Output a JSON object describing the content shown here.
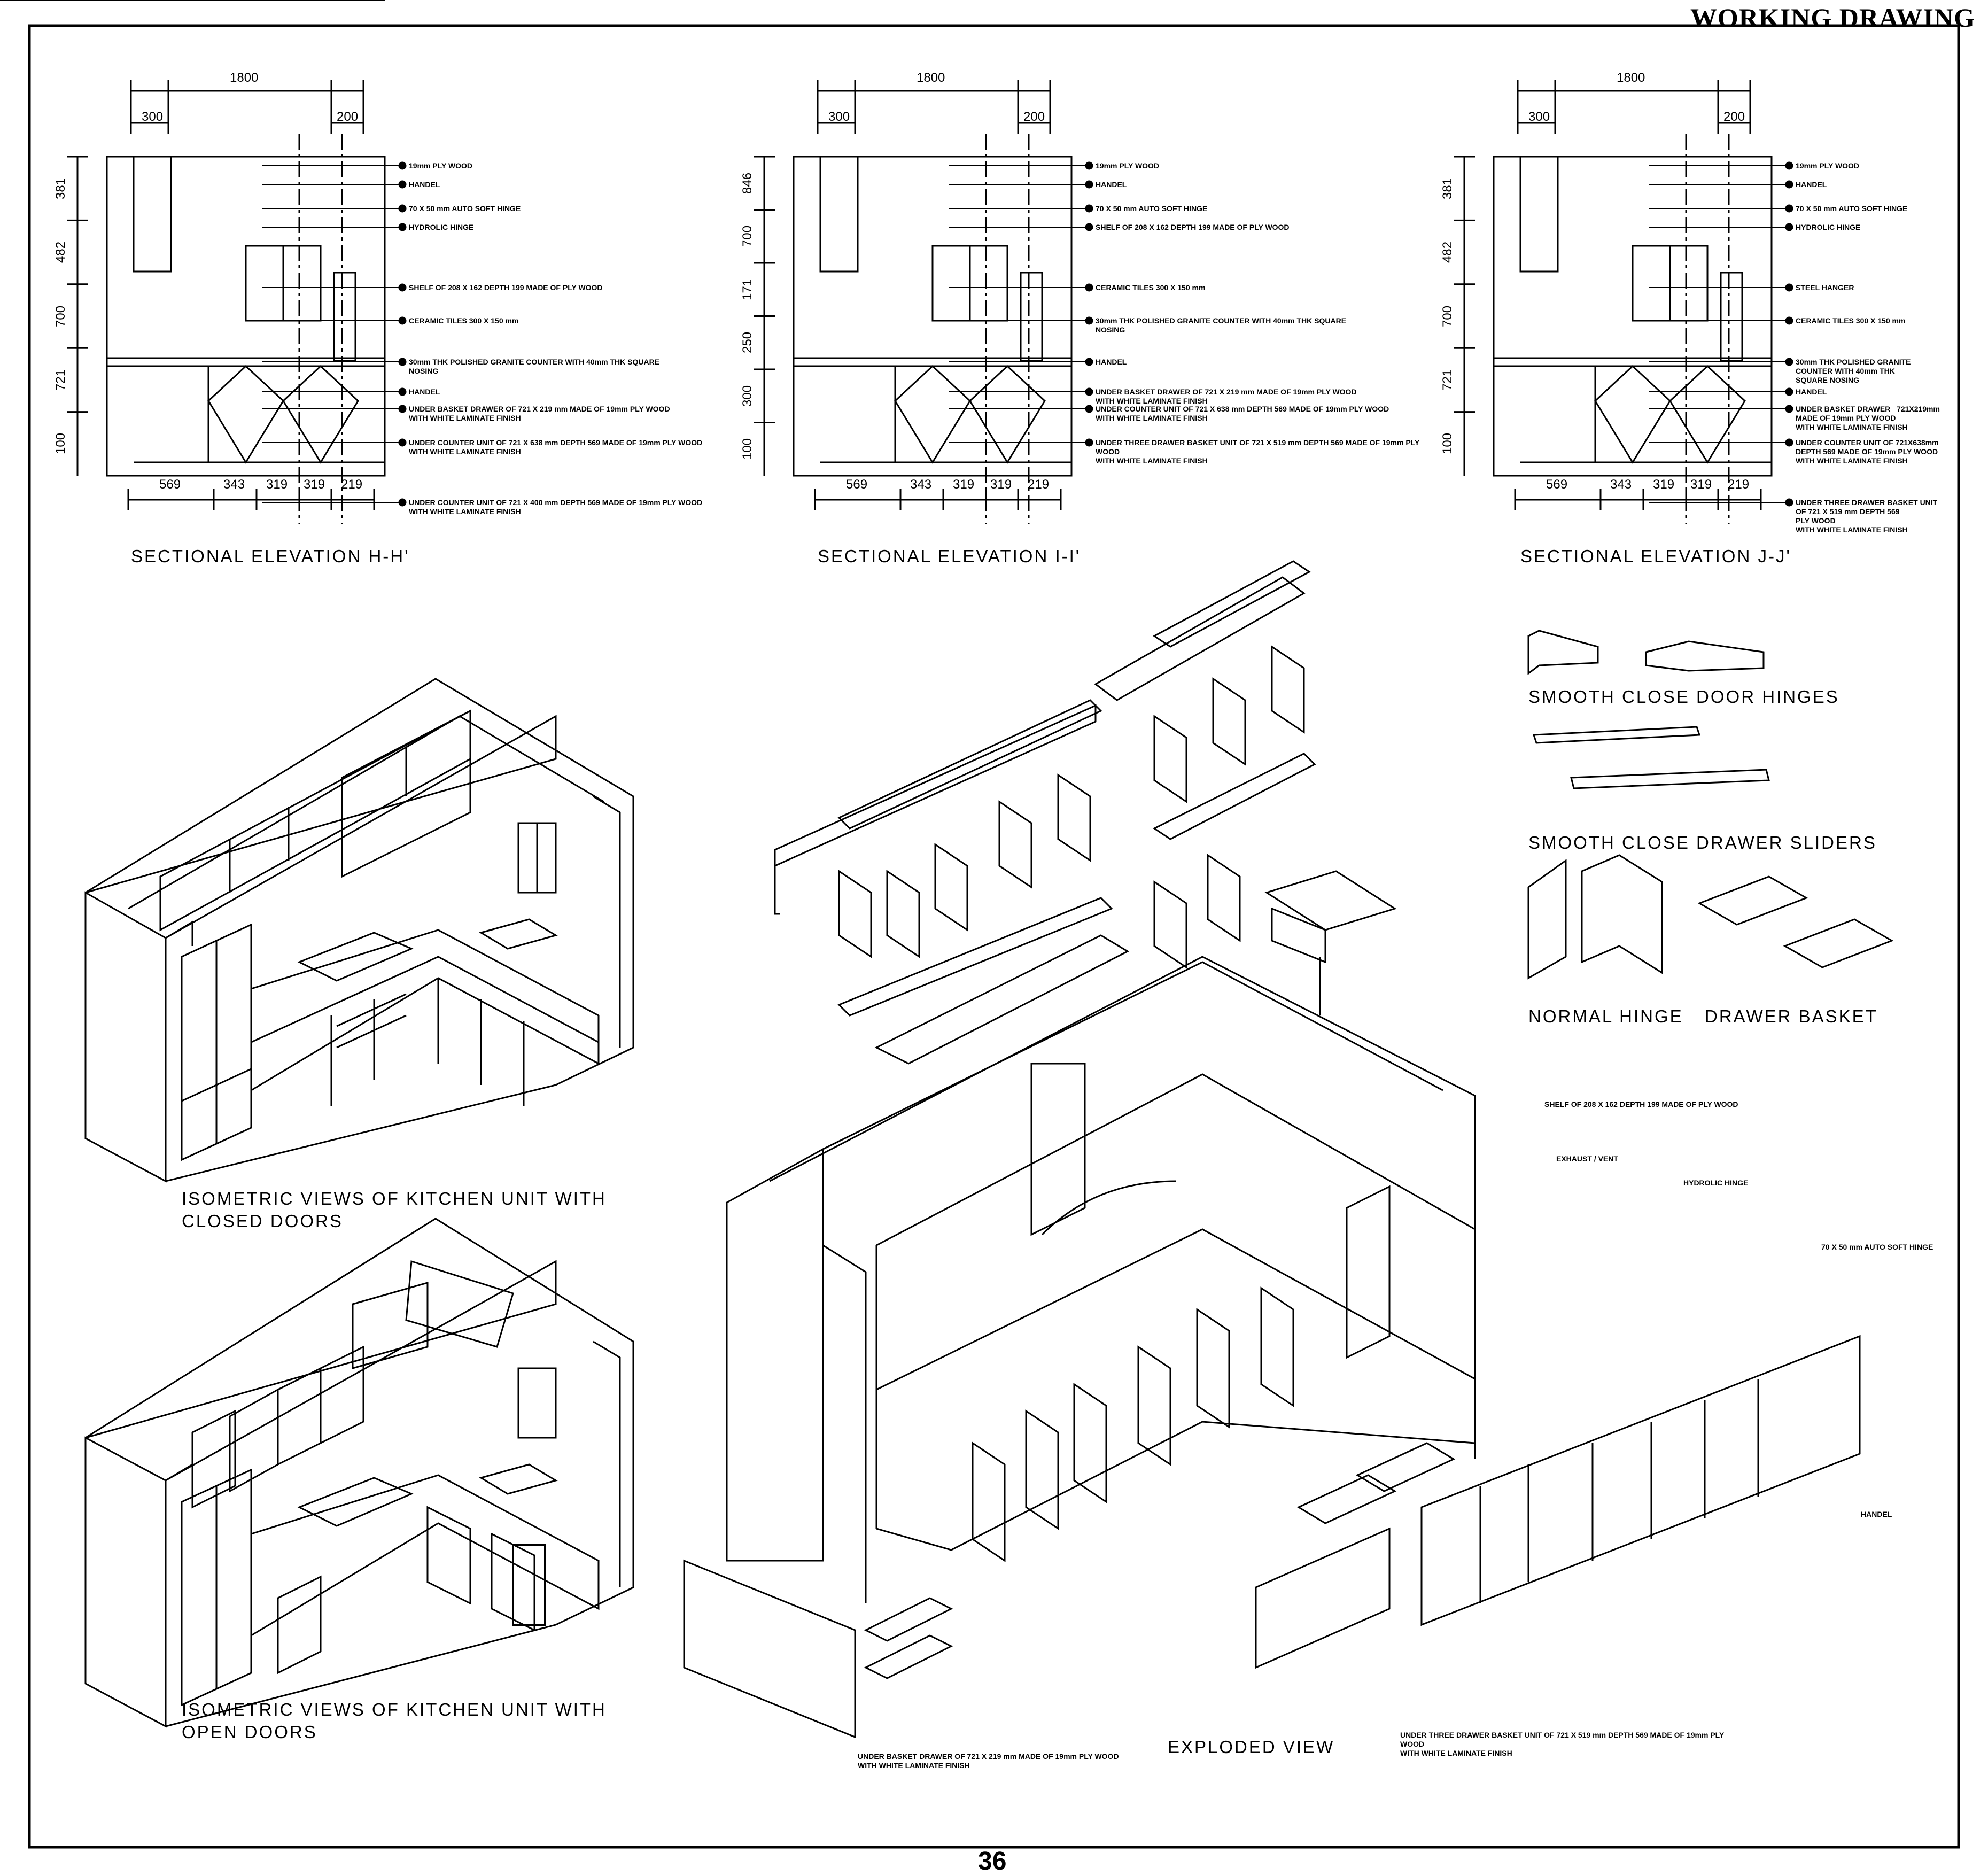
{
  "header": {
    "title": "WORKING DRAWING",
    "page_number": "36"
  },
  "elevations": [
    {
      "title": "SECTIONAL ELEVATION H-H'",
      "top_dims": [
        "1800",
        "300",
        "200"
      ],
      "side_dims": [
        "381",
        "482",
        "700",
        "721",
        "100"
      ],
      "bottom_dims": [
        "569",
        "343",
        "319",
        "319",
        "219"
      ],
      "notes": [
        "19mm PLY WOOD",
        "HANDEL",
        "70 X 50 mm AUTO SOFT HINGE",
        "HYDROLIC HINGE",
        "SHELF OF 208 X 162 DEPTH 199 MADE OF PLY WOOD",
        "CERAMIC TILES 300 X 150 mm",
        "30mm THK POLISHED GRANITE COUNTER WITH 40mm THK SQUARE\nNOSING",
        "HANDEL",
        "UNDER BASKET DRAWER OF 721 X 219 mm MADE OF 19mm PLY WOOD\nWITH WHITE LAMINATE FINISH",
        "UNDER COUNTER UNIT OF 721 X 638 mm DEPTH 569 MADE OF 19mm PLY WOOD\nWITH WHITE LAMINATE FINISH",
        "UNDER COUNTER UNIT OF 721 X 400 mm DEPTH 569 MADE OF 19mm PLY WOOD\nWITH WHITE LAMINATE FINISH"
      ]
    },
    {
      "title": "SECTIONAL ELEVATION I-I'",
      "top_dims": [
        "1800",
        "300",
        "200"
      ],
      "side_dims": [
        "846",
        "700",
        "171",
        "250",
        "300",
        "100"
      ],
      "bottom_dims": [
        "569",
        "343",
        "319",
        "319",
        "219"
      ],
      "notes": [
        "19mm PLY WOOD",
        "HANDEL",
        "70 X 50 mm AUTO SOFT HINGE",
        "SHELF OF 208 X 162 DEPTH 199 MADE OF PLY WOOD",
        "CERAMIC TILES 300 X 150 mm",
        "30mm THK POLISHED GRANITE COUNTER WITH 40mm THK SQUARE\nNOSING",
        "HANDEL",
        "UNDER BASKET DRAWER OF 721 X 219 mm MADE OF 19mm PLY WOOD\nWITH WHITE LAMINATE FINISH",
        "UNDER COUNTER UNIT OF 721 X 638 mm DEPTH 569 MADE OF 19mm PLY WOOD\nWITH WHITE LAMINATE FINISH",
        "UNDER THREE DRAWER BASKET UNIT OF 721 X 519 mm DEPTH 569 MADE OF 19mm PLY\nWOOD\nWITH WHITE LAMINATE FINISH"
      ]
    },
    {
      "title": "SECTIONAL ELEVATION J-J'",
      "top_dims": [
        "1800",
        "300",
        "200"
      ],
      "side_dims": [
        "381",
        "482",
        "700",
        "721",
        "100"
      ],
      "bottom_dims": [
        "569",
        "343",
        "319",
        "319",
        "219"
      ],
      "notes": [
        "19mm PLY WOOD",
        "HANDEL",
        "70 X 50 mm AUTO SOFT HINGE",
        "HYDROLIC HINGE",
        "STEEL HANGER",
        "CERAMIC TILES 300 X 150 mm",
        "30mm THK POLISHED GRANITE\nCOUNTER WITH 40mm THK\nSQUARE NOSING",
        "HANDEL",
        "UNDER BASKET DRAWER   721X219mm\nMADE OF 19mm PLY WOOD\nWITH WHITE LAMINATE FINISH",
        "UNDER COUNTER UNIT OF 721X638mm\nDEPTH 569 MADE OF 19mm PLY WOOD\nWITH WHITE LAMINATE FINISH",
        "UNDER THREE DRAWER BASKET UNIT\nOF 721 X 519 mm DEPTH 569\nPLY WOOD\nWITH WHITE LAMINATE FINISH"
      ]
    }
  ],
  "iso_closed_title": "ISOMETRIC VIEWS OF KITCHEN UNIT WITH\nCLOSED DOORS",
  "iso_open_title": "ISOMETRIC VIEWS OF KITCHEN UNIT WITH\nOPEN DOORS",
  "exploded": {
    "title": "EXPLODED VIEW",
    "notes": [
      "SHELF OF 208 X 162 DEPTH 199 MADE OF PLY WOOD",
      "EXHAUST / VENT",
      "HYDROLIC HINGE",
      "70 X 50 mm AUTO SOFT HINGE",
      "HANDEL",
      "UNDER THREE DRAWER BASKET UNIT OF 721 X 519 mm DEPTH 569 MADE OF 19mm PLY\nWOOD\nWITH WHITE LAMINATE FINISH",
      "UNDER BASKET DRAWER OF 721 X 219 mm MADE OF 19mm PLY WOOD\nWITH WHITE LAMINATE FINISH"
    ]
  },
  "hardware": {
    "door_hinges": "SMOOTH CLOSE DOOR HINGES",
    "drawer_sliders": "SMOOTH CLOSE DRAWER SLIDERS",
    "normal_hinge": "NORMAL HINGE",
    "drawer_basket": "DRAWER BASKET"
  }
}
